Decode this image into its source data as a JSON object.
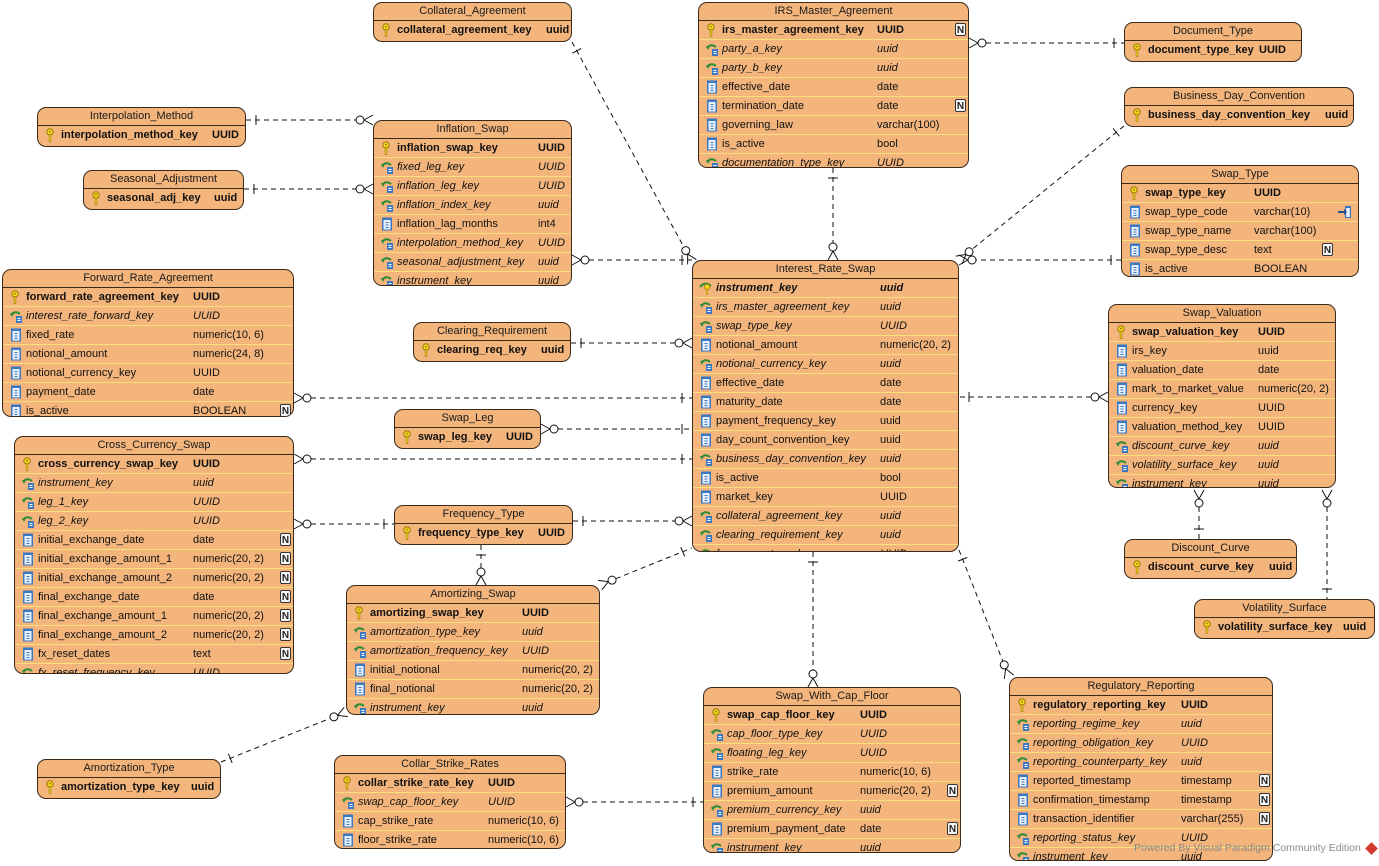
{
  "app": {
    "watermark": "Powered By Visual Paradigm Community Edition"
  },
  "colors": {
    "entity_fill": "#f3b57c",
    "entity_border": "#3b2a1a",
    "row_separator": "#f8e07c",
    "key_icon": "#e8c21a",
    "fk_arrow": "#2e8b3a",
    "column_icon": "#3a78c2"
  },
  "entities": [
    {
      "id": "collateral_agreement",
      "name": "Collateral_Agreement",
      "columns": [
        {
          "name": "collateral_agreement_key",
          "type": "uuid",
          "kind": "pk"
        }
      ]
    },
    {
      "id": "irs_master_agreement",
      "name": "IRS_Master_Agreement",
      "columns": [
        {
          "name": "irs_master_agreement_key",
          "type": "UUID",
          "kind": "pk",
          "nullable": true
        },
        {
          "name": "party_a_key",
          "type": "uuid",
          "kind": "fk"
        },
        {
          "name": "party_b_key",
          "type": "uuid",
          "kind": "fk"
        },
        {
          "name": "effective_date",
          "type": "date",
          "kind": "col"
        },
        {
          "name": "termination_date",
          "type": "date",
          "kind": "col",
          "nullable": true
        },
        {
          "name": "governing_law",
          "type": "varchar(100)",
          "kind": "col"
        },
        {
          "name": "is_active",
          "type": "bool",
          "kind": "col"
        },
        {
          "name": "documentation_type_key",
          "type": "UUID",
          "kind": "fk"
        }
      ]
    },
    {
      "id": "document_type",
      "name": "Document_Type",
      "columns": [
        {
          "name": "document_type_key",
          "type": "UUID",
          "kind": "pk"
        }
      ]
    },
    {
      "id": "interpolation_method",
      "name": "Interpolation_Method",
      "columns": [
        {
          "name": "interpolation_method_key",
          "type": "UUID",
          "kind": "pk"
        }
      ]
    },
    {
      "id": "business_day_convention",
      "name": "Business_Day_Convention",
      "columns": [
        {
          "name": "business_day_convention_key",
          "type": "uuid",
          "kind": "pk"
        }
      ]
    },
    {
      "id": "inflation_swap",
      "name": "Inflation_Swap",
      "columns": [
        {
          "name": "inflation_swap_key",
          "type": "UUID",
          "kind": "pk"
        },
        {
          "name": "fixed_leg_key",
          "type": "UUID",
          "kind": "fk"
        },
        {
          "name": "inflation_leg_key",
          "type": "UUID",
          "kind": "fk"
        },
        {
          "name": "inflation_index_key",
          "type": "uuid",
          "kind": "fk"
        },
        {
          "name": "inflation_lag_months",
          "type": "int4",
          "kind": "col"
        },
        {
          "name": "interpolation_method_key",
          "type": "UUID",
          "kind": "fk"
        },
        {
          "name": "seasonal_adjustment_key",
          "type": "uuid",
          "kind": "fk"
        },
        {
          "name": "instrument_key",
          "type": "uuid",
          "kind": "fk"
        }
      ]
    },
    {
      "id": "seasonal_adjustment",
      "name": "Seasonal_Adjustment",
      "columns": [
        {
          "name": "seasonal_adj_key",
          "type": "uuid",
          "kind": "pk"
        }
      ]
    },
    {
      "id": "swap_type",
      "name": "Swap_Type",
      "columns": [
        {
          "name": "swap_type_key",
          "type": "UUID",
          "kind": "pk"
        },
        {
          "name": "swap_type_code",
          "type": "varchar(10)",
          "kind": "col",
          "unique": true
        },
        {
          "name": "swap_type_name",
          "type": "varchar(100)",
          "kind": "col"
        },
        {
          "name": "swap_type_desc",
          "type": "text",
          "kind": "col",
          "nullable": true
        },
        {
          "name": "is_active",
          "type": "BOOLEAN",
          "kind": "col"
        }
      ]
    },
    {
      "id": "forward_rate_agreement",
      "name": "Forward_Rate_Agreement",
      "columns": [
        {
          "name": "forward_rate_agreement_key",
          "type": "UUID",
          "kind": "pk"
        },
        {
          "name": "interest_rate_forward_key",
          "type": "UUID",
          "kind": "fk"
        },
        {
          "name": "fixed_rate",
          "type": "numeric(10, 6)",
          "kind": "col"
        },
        {
          "name": "notional_amount",
          "type": "numeric(24, 8)",
          "kind": "col"
        },
        {
          "name": "notional_currency_key",
          "type": "UUID",
          "kind": "col"
        },
        {
          "name": "payment_date",
          "type": "date",
          "kind": "col"
        },
        {
          "name": "is_active",
          "type": "BOOLEAN",
          "kind": "col",
          "nullable": true
        }
      ]
    },
    {
      "id": "interest_rate_swap",
      "name": "Interest_Rate_Swap",
      "columns": [
        {
          "name": "instrument_key",
          "type": "uuid",
          "kind": "pkfk"
        },
        {
          "name": "irs_master_agreement_key",
          "type": "uuid",
          "kind": "fk"
        },
        {
          "name": "swap_type_key",
          "type": "UUID",
          "kind": "fk"
        },
        {
          "name": "notional_amount",
          "type": "numeric(20, 2)",
          "kind": "col"
        },
        {
          "name": "notional_currency_key",
          "type": "uuid",
          "kind": "fk"
        },
        {
          "name": "effective_date",
          "type": "date",
          "kind": "col"
        },
        {
          "name": "maturity_date",
          "type": "date",
          "kind": "col"
        },
        {
          "name": "payment_frequency_key",
          "type": "uuid",
          "kind": "col"
        },
        {
          "name": "day_count_convention_key",
          "type": "uuid",
          "kind": "col"
        },
        {
          "name": "business_day_convention_key",
          "type": "uuid",
          "kind": "fk"
        },
        {
          "name": "is_active",
          "type": "bool",
          "kind": "col"
        },
        {
          "name": "market_key",
          "type": "UUID",
          "kind": "col"
        },
        {
          "name": "collateral_agreement_key",
          "type": "uuid",
          "kind": "fk"
        },
        {
          "name": "clearing_requirement_key",
          "type": "uuid",
          "kind": "fk"
        },
        {
          "name": "frequency_type_key",
          "type": "UUID",
          "kind": "fk"
        }
      ]
    },
    {
      "id": "swap_valuation",
      "name": "Swap_Valuation",
      "columns": [
        {
          "name": "swap_valuation_key",
          "type": "UUID",
          "kind": "pk"
        },
        {
          "name": "irs_key",
          "type": "uuid",
          "kind": "col"
        },
        {
          "name": "valuation_date",
          "type": "date",
          "kind": "col"
        },
        {
          "name": "mark_to_market_value",
          "type": "numeric(20, 2)",
          "kind": "col"
        },
        {
          "name": "currency_key",
          "type": "UUID",
          "kind": "col"
        },
        {
          "name": "valuation_method_key",
          "type": "UUID",
          "kind": "col"
        },
        {
          "name": "discount_curve_key",
          "type": "uuid",
          "kind": "fk"
        },
        {
          "name": "volatility_surface_key",
          "type": "uuid",
          "kind": "fk"
        },
        {
          "name": "instrument_key",
          "type": "uuid",
          "kind": "fk"
        }
      ]
    },
    {
      "id": "clearing_requirement",
      "name": "Clearing_Requirement",
      "columns": [
        {
          "name": "clearing_req_key",
          "type": "uuid",
          "kind": "pk"
        }
      ]
    },
    {
      "id": "swap_leg",
      "name": "Swap_Leg",
      "columns": [
        {
          "name": "swap_leg_key",
          "type": "UUID",
          "kind": "pk"
        }
      ]
    },
    {
      "id": "cross_currency_swap",
      "name": "Cross_Currency_Swap",
      "columns": [
        {
          "name": "cross_currency_swap_key",
          "type": "UUID",
          "kind": "pk"
        },
        {
          "name": "instrument_key",
          "type": "uuid",
          "kind": "fk"
        },
        {
          "name": "leg_1_key",
          "type": "UUID",
          "kind": "fk"
        },
        {
          "name": "leg_2_key",
          "type": "UUID",
          "kind": "fk"
        },
        {
          "name": "initial_exchange_date",
          "type": "date",
          "kind": "col",
          "nullable": true
        },
        {
          "name": "initial_exchange_amount_1",
          "type": "numeric(20, 2)",
          "kind": "col",
          "nullable": true
        },
        {
          "name": "initial_exchange_amount_2",
          "type": "numeric(20, 2)",
          "kind": "col",
          "nullable": true
        },
        {
          "name": "final_exchange_date",
          "type": "date",
          "kind": "col",
          "nullable": true
        },
        {
          "name": "final_exchange_amount_1",
          "type": "numeric(20, 2)",
          "kind": "col",
          "nullable": true
        },
        {
          "name": "final_exchange_amount_2",
          "type": "numeric(20, 2)",
          "kind": "col",
          "nullable": true
        },
        {
          "name": "fx_reset_dates",
          "type": "text",
          "kind": "col",
          "nullable": true
        },
        {
          "name": "fx_reset_frequency_key",
          "type": "UUID",
          "kind": "fk"
        }
      ]
    },
    {
      "id": "frequency_type",
      "name": "Frequency_Type",
      "columns": [
        {
          "name": "frequency_type_key",
          "type": "UUID",
          "kind": "pk"
        }
      ]
    },
    {
      "id": "discount_curve",
      "name": "Discount_Curve",
      "columns": [
        {
          "name": "discount_curve_key",
          "type": "uuid",
          "kind": "pk"
        }
      ]
    },
    {
      "id": "amortizing_swap",
      "name": "Amortizing_Swap",
      "columns": [
        {
          "name": "amortizing_swap_key",
          "type": "UUID",
          "kind": "pk"
        },
        {
          "name": "amortization_type_key",
          "type": "uuid",
          "kind": "fk"
        },
        {
          "name": "amortization_frequency_key",
          "type": "UUID",
          "kind": "fk"
        },
        {
          "name": "initial_notional",
          "type": "numeric(20, 2)",
          "kind": "col"
        },
        {
          "name": "final_notional",
          "type": "numeric(20, 2)",
          "kind": "col"
        },
        {
          "name": "instrument_key",
          "type": "uuid",
          "kind": "fk"
        }
      ]
    },
    {
      "id": "volatility_surface",
      "name": "Volatility_Surface",
      "columns": [
        {
          "name": "volatility_surface_key",
          "type": "uuid",
          "kind": "pk"
        }
      ]
    },
    {
      "id": "swap_with_cap_floor",
      "name": "Swap_With_Cap_Floor",
      "columns": [
        {
          "name": "swap_cap_floor_key",
          "type": "UUID",
          "kind": "pk"
        },
        {
          "name": "cap_floor_type_key",
          "type": "UUID",
          "kind": "fk"
        },
        {
          "name": "floating_leg_key",
          "type": "UUID",
          "kind": "fk"
        },
        {
          "name": "strike_rate",
          "type": "numeric(10, 6)",
          "kind": "col"
        },
        {
          "name": "premium_amount",
          "type": "numeric(20, 2)",
          "kind": "col",
          "nullable": true
        },
        {
          "name": "premium_currency_key",
          "type": "uuid",
          "kind": "fk"
        },
        {
          "name": "premium_payment_date",
          "type": "date",
          "kind": "col",
          "nullable": true
        },
        {
          "name": "instrument_key",
          "type": "uuid",
          "kind": "fk"
        }
      ]
    },
    {
      "id": "regulatory_reporting",
      "name": "Regulatory_Reporting",
      "columns": [
        {
          "name": "regulatory_reporting_key",
          "type": "UUID",
          "kind": "pk"
        },
        {
          "name": "reporting_regime_key",
          "type": "uuid",
          "kind": "fk"
        },
        {
          "name": "reporting_obligation_key",
          "type": "UUID",
          "kind": "fk"
        },
        {
          "name": "reporting_counterparty_key",
          "type": "uuid",
          "kind": "fk"
        },
        {
          "name": "reported_timestamp",
          "type": "timestamp",
          "kind": "col",
          "nullable": true
        },
        {
          "name": "confirmation_timestamp",
          "type": "timestamp",
          "kind": "col",
          "nullable": true
        },
        {
          "name": "transaction_identifier",
          "type": "varchar(255)",
          "kind": "col",
          "nullable": true
        },
        {
          "name": "reporting_status_key",
          "type": "UUID",
          "kind": "fk"
        },
        {
          "name": "instrument_key",
          "type": "uuid",
          "kind": "fk"
        }
      ]
    },
    {
      "id": "amortization_type",
      "name": "Amortization_Type",
      "columns": [
        {
          "name": "amortization_type_key",
          "type": "uuid",
          "kind": "pk"
        }
      ]
    },
    {
      "id": "collar_strike_rates",
      "name": "Collar_Strike_Rates",
      "columns": [
        {
          "name": "collar_strike_rate_key",
          "type": "UUID",
          "kind": "pk"
        },
        {
          "name": "swap_cap_floor_key",
          "type": "UUID",
          "kind": "fk"
        },
        {
          "name": "cap_strike_rate",
          "type": "numeric(10, 6)",
          "kind": "col"
        },
        {
          "name": "floor_strike_rate",
          "type": "numeric(10, 6)",
          "kind": "col"
        }
      ]
    }
  ],
  "relationships": [
    {
      "from": "interpolation_method",
      "to": "inflation_swap",
      "from_end": "one",
      "to_end": "zero-or-many"
    },
    {
      "from": "seasonal_adjustment",
      "to": "inflation_swap",
      "from_end": "one",
      "to_end": "zero-or-many"
    },
    {
      "from": "collateral_agreement",
      "to": "interest_rate_swap",
      "from_end": "one",
      "to_end": "zero-or-many"
    },
    {
      "from": "inflation_swap",
      "to": "interest_rate_swap",
      "from_end": "zero-or-many",
      "to_end": "one"
    },
    {
      "from": "irs_master_agreement",
      "to": "document_type",
      "from_end": "zero-or-many",
      "to_end": "one"
    },
    {
      "from": "irs_master_agreement",
      "to": "interest_rate_swap",
      "from_end": "one",
      "to_end": "zero-or-many"
    },
    {
      "from": "business_day_convention",
      "to": "interest_rate_swap",
      "from_end": "one",
      "to_end": "zero-or-many"
    },
    {
      "from": "swap_type",
      "to": "interest_rate_swap",
      "from_end": "one",
      "to_end": "zero-or-many"
    },
    {
      "from": "clearing_requirement",
      "to": "interest_rate_swap",
      "from_end": "one",
      "to_end": "zero-or-many"
    },
    {
      "from": "forward_rate_agreement",
      "to": "interest_rate_swap",
      "from_end": "zero-or-many",
      "to_end": "one"
    },
    {
      "from": "swap_leg",
      "to": "interest_rate_swap",
      "from_end": "zero-or-many",
      "to_end": "one"
    },
    {
      "from": "cross_currency_swap",
      "to": "interest_rate_swap",
      "from_end": "zero-or-many",
      "to_end": "one"
    },
    {
      "from": "cross_currency_swap",
      "to": "frequency_type",
      "from_end": "zero-or-many",
      "to_end": "one"
    },
    {
      "from": "frequency_type",
      "to": "interest_rate_swap",
      "from_end": "one",
      "to_end": "zero-or-many"
    },
    {
      "from": "frequency_type",
      "to": "amortizing_swap",
      "from_end": "one",
      "to_end": "zero-or-many"
    },
    {
      "from": "amortizing_swap",
      "to": "interest_rate_swap",
      "from_end": "zero-or-many",
      "to_end": "one"
    },
    {
      "from": "amortization_type",
      "to": "amortizing_swap",
      "from_end": "one",
      "to_end": "zero-or-many"
    },
    {
      "from": "swap_valuation",
      "to": "interest_rate_swap",
      "from_end": "zero-or-many",
      "to_end": "one"
    },
    {
      "from": "swap_valuation",
      "to": "discount_curve",
      "from_end": "zero-or-many",
      "to_end": "one"
    },
    {
      "from": "swap_valuation",
      "to": "volatility_surface",
      "from_end": "zero-or-many",
      "to_end": "one"
    },
    {
      "from": "interest_rate_swap",
      "to": "swap_with_cap_floor",
      "from_end": "one",
      "to_end": "zero-or-many"
    },
    {
      "from": "interest_rate_swap",
      "to": "regulatory_reporting",
      "from_end": "one",
      "to_end": "zero-or-many"
    },
    {
      "from": "collar_strike_rates",
      "to": "swap_with_cap_floor",
      "from_end": "zero-or-many",
      "to_end": "one"
    }
  ]
}
